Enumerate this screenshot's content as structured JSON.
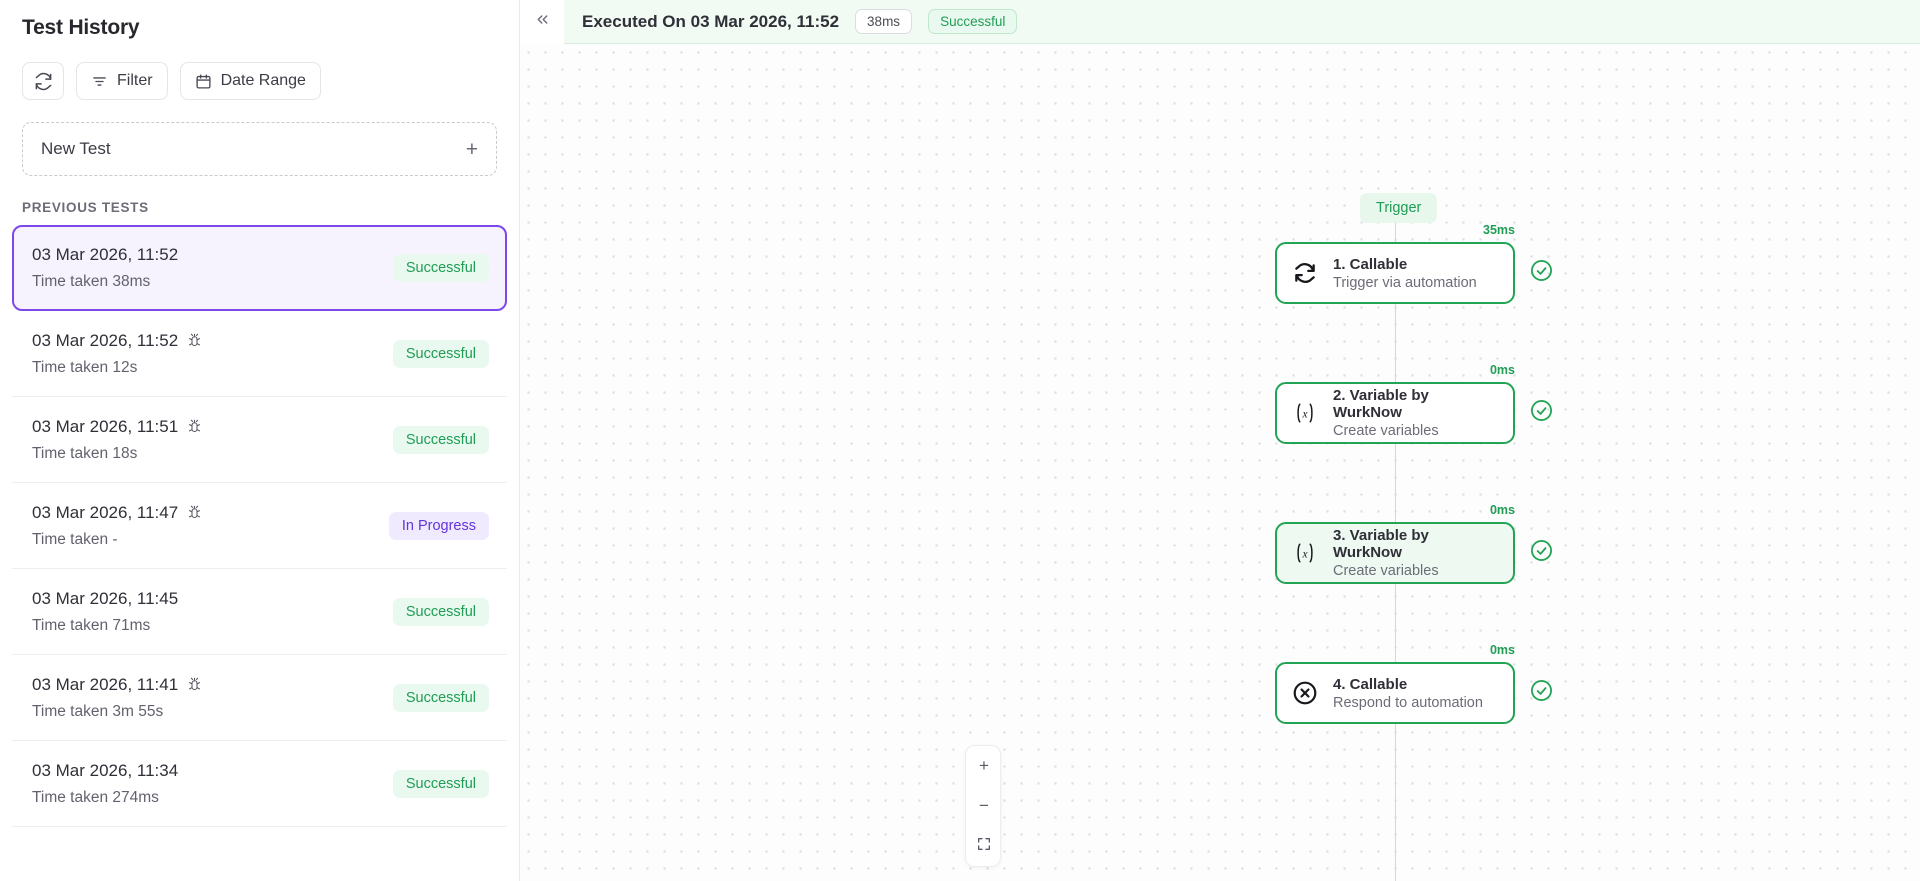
{
  "sidebar": {
    "title": "Test History",
    "toolbar": {
      "refresh_label": "",
      "filter_label": "Filter",
      "date_range_label": "Date Range"
    },
    "new_test": {
      "label": "New Test",
      "plus": "+"
    },
    "previous_tests_label": "PREVIOUS TESTS",
    "tests": [
      {
        "date": "03 Mar 2026, 11:52",
        "time_taken": "Time taken 38ms",
        "status": "Successful",
        "status_kind": "success",
        "has_bug": false,
        "active": true
      },
      {
        "date": "03 Mar 2026, 11:52",
        "time_taken": "Time taken 12s",
        "status": "Successful",
        "status_kind": "success",
        "has_bug": true,
        "active": false
      },
      {
        "date": "03 Mar 2026, 11:51",
        "time_taken": "Time taken 18s",
        "status": "Successful",
        "status_kind": "success",
        "has_bug": true,
        "active": false
      },
      {
        "date": "03 Mar 2026, 11:47",
        "time_taken": "Time taken -",
        "status": "In Progress",
        "status_kind": "progress",
        "has_bug": true,
        "active": false
      },
      {
        "date": "03 Mar 2026, 11:45",
        "time_taken": "Time taken 71ms",
        "status": "Successful",
        "status_kind": "success",
        "has_bug": false,
        "active": false
      },
      {
        "date": "03 Mar 2026, 11:41",
        "time_taken": "Time taken 3m 55s",
        "status": "Successful",
        "status_kind": "success",
        "has_bug": true,
        "active": false
      },
      {
        "date": "03 Mar 2026, 11:34",
        "time_taken": "Time taken 274ms",
        "status": "Successful",
        "status_kind": "success",
        "has_bug": false,
        "active": false
      }
    ]
  },
  "main": {
    "header": {
      "collapse_icon": "chevrons-left",
      "title": "Executed On 03 Mar 2026, 11:52",
      "duration_chip": "38ms",
      "status_chip": "Successful"
    },
    "flow": {
      "trigger_label": "Trigger",
      "nodes": [
        {
          "time": "35ms",
          "title": "1. Callable",
          "subtitle": "Trigger via automation",
          "icon": "refresh-icon",
          "filled": false,
          "status": "check-circle-icon"
        },
        {
          "time": "0ms",
          "title": "2. Variable by WurkNow",
          "subtitle": "Create variables",
          "icon": "variable-icon",
          "filled": false,
          "status": "check-circle-icon"
        },
        {
          "time": "0ms",
          "title": "3. Variable by WurkNow",
          "subtitle": "Create variables",
          "icon": "variable-icon",
          "filled": true,
          "status": "check-circle-icon"
        },
        {
          "time": "0ms",
          "title": "4. Callable",
          "subtitle": "Respond to automation",
          "icon": "x-circle-icon",
          "filled": false,
          "status": "check-circle-icon"
        }
      ]
    },
    "zoom_controls": {
      "zoom_in": "+",
      "zoom_out": "−",
      "fit_view": "fit-screen-icon"
    }
  },
  "colors": {
    "accent_purple": "#7c49e8",
    "success_green": "#23a455",
    "success_bg": "#e9f9ef",
    "progress_purple": "#6534dd"
  }
}
